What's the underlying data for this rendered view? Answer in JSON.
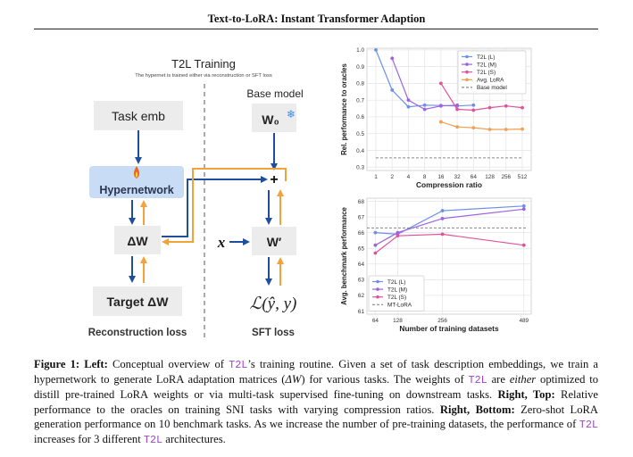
{
  "header": {
    "title": "Text-to-LoRA: Instant Transformer Adaption"
  },
  "diagram": {
    "title": "T2L Training",
    "subtitle": "The hypernet is trained either via reconstruction or SFT loss",
    "task_emb": "Task emb",
    "hypernetwork": "Hypernetwork",
    "delta_w": "ΔW",
    "target_delta_w": "Target ΔW",
    "reconstruction_loss": "Reconstruction loss",
    "base_model": "Base model",
    "w0": "W₀",
    "plus": "+",
    "x": "x",
    "w_prime": "W′",
    "loss": "ℒ(ŷ, y)",
    "sft_loss": "SFT loss",
    "colors": {
      "arrow_blue": "#1f4e9c",
      "arrow_orange": "#f2a23a",
      "box_grey": "#ececec",
      "box_blue": "#c9dcf5",
      "snowflake": "#3b8fe0",
      "flame": "#e8671c"
    }
  },
  "chart_data": [
    {
      "type": "line",
      "xlabel": "Compression ratio",
      "ylabel": "Rel. performance to oracles",
      "x_ticks": [
        "1",
        "2",
        "4",
        "8",
        "16",
        "32",
        "64",
        "128",
        "256",
        "512"
      ],
      "y_ticks": [
        "0.3",
        "0.4",
        "0.5",
        "0.6",
        "0.7",
        "0.8",
        "0.9",
        "1.0"
      ],
      "ylim": [
        0.28,
        1.01
      ],
      "grid": true,
      "legend": "top-right",
      "series": [
        {
          "name": "T2L (L)",
          "color": "#6e8fe8",
          "marker": "circle",
          "x": [
            1,
            2,
            4,
            8,
            16,
            32,
            64
          ],
          "values": [
            1.0,
            0.76,
            0.66,
            0.67,
            0.668,
            0.665,
            0.67
          ]
        },
        {
          "name": "T2L (M)",
          "color": "#9b63e0",
          "marker": "circle",
          "x": [
            2,
            4,
            8,
            16,
            32
          ],
          "values": [
            0.95,
            0.7,
            0.645,
            0.665,
            0.67
          ]
        },
        {
          "name": "T2L (S)",
          "color": "#e0529c",
          "marker": "circle",
          "x": [
            16,
            32,
            64,
            128,
            256,
            512
          ],
          "values": [
            0.8,
            0.645,
            0.64,
            0.655,
            0.665,
            0.655
          ]
        },
        {
          "name": "Avg. LoRA",
          "color": "#f0a050",
          "marker": "circle",
          "x": [
            16,
            32,
            64,
            128,
            256,
            512
          ],
          "values": [
            0.57,
            0.54,
            0.535,
            0.525,
            0.525,
            0.527
          ]
        },
        {
          "name": "Base model",
          "color": "#888888",
          "dashed": true,
          "x": [
            1,
            512
          ],
          "values": [
            0.355,
            0.355
          ]
        }
      ]
    },
    {
      "type": "line",
      "xlabel": "Number of training datasets",
      "ylabel": "Avg. benchmark performance",
      "x_ticks": [
        "64",
        "128",
        "256",
        "489"
      ],
      "y_ticks": [
        "61",
        "62",
        "63",
        "64",
        "65",
        "66",
        "67",
        "68"
      ],
      "ylim": [
        60.8,
        68.2
      ],
      "grid": true,
      "legend": "bottom-left",
      "series": [
        {
          "name": "T2L (L)",
          "color": "#6e8fe8",
          "marker": "circle",
          "x": [
            64,
            128,
            256,
            489
          ],
          "values": [
            66.0,
            65.9,
            67.4,
            67.7
          ]
        },
        {
          "name": "T2L (M)",
          "color": "#9b63e0",
          "marker": "circle",
          "x": [
            64,
            128,
            256,
            489
          ],
          "values": [
            65.2,
            66.0,
            66.9,
            67.5
          ]
        },
        {
          "name": "T2L (S)",
          "color": "#e0529c",
          "marker": "circle",
          "x": [
            64,
            128,
            256,
            489
          ],
          "values": [
            64.7,
            65.8,
            65.9,
            65.2
          ]
        },
        {
          "name": "MT-LoRA",
          "color": "#888888",
          "dashed": true,
          "x": [
            40,
            500
          ],
          "values": [
            66.3,
            66.3
          ]
        }
      ]
    }
  ],
  "caption": {
    "fig_label": "Figure 1:",
    "left_label": "Left:",
    "t2l": "T2L",
    "p1": "Conceptual overview of",
    "p2": "’s training routine. Given a set of task description embeddings, we train a hypernetwork to generate LoRA adaptation matrices (",
    "delta_w": "ΔW",
    "p3": ") for various tasks. The weights of",
    "p4": "are",
    "either": "either",
    "p5": "optimized to distill pre-trained LoRA weights or via multi-task supervised fine-tuning on downstream tasks.",
    "right_top_label": "Right, Top:",
    "p6": "Relative performance to the oracles on training SNI tasks with varying compression ratios.",
    "right_bottom_label": "Right, Bottom:",
    "p7": "Zero-shot LoRA generation performance on 10 benchmark tasks. As we increase the number of pre-training datasets, the performance of",
    "p8": "increases for 3 different",
    "p9": "architectures."
  }
}
